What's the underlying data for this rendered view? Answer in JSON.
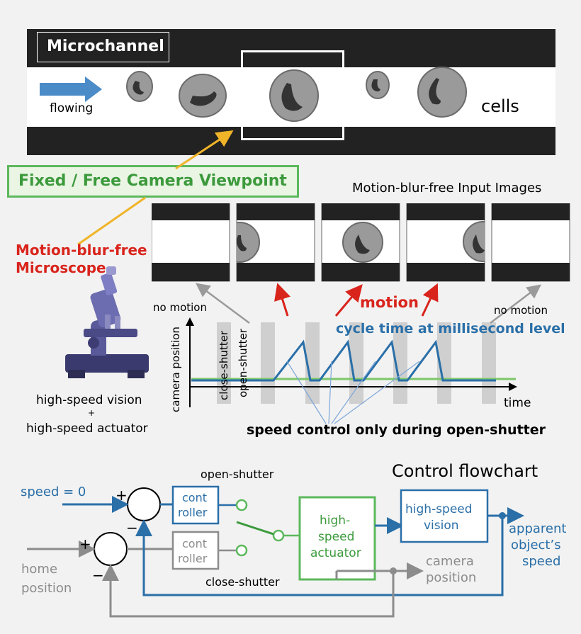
{
  "microchannel": {
    "title": "Microchannel",
    "flowing_label": "flowing",
    "cells_label": "cells"
  },
  "viewpoint_label": "Fixed / Free Camera Viewpoint",
  "input_images_label": "Motion-blur-free Input Images",
  "microscope": {
    "title_line1": "Motion-blur-free",
    "title_line2": "Microscope",
    "caption_line1": "high-speed vision",
    "caption_plus": "+",
    "caption_line2": "high-speed actuator"
  },
  "timing": {
    "no_motion_left": "no motion",
    "no_motion_right": "no motion",
    "motion": "motion",
    "cycle_time": "cycle time at millisecond level",
    "close_shutter": "close-shutter",
    "open_shutter": "open-shutter",
    "y_axis": "camera position",
    "x_axis": "time",
    "speed_control": "speed control only during open-shutter"
  },
  "flowchart": {
    "title": "Control flowchart",
    "speed_input": "speed = 0",
    "plus1": "+",
    "minus1": "−",
    "plus2": "+",
    "minus2": "−",
    "open_shutter": "open-shutter",
    "close_shutter": "close-shutter",
    "controller_top_l1": "cont",
    "controller_top_l2": "roller",
    "controller_bottom_l1": "cont",
    "controller_bottom_l2": "roller",
    "actuator_l1": "high-",
    "actuator_l2": "speed",
    "actuator_l3": "actuator",
    "vision_l1": "high-speed",
    "vision_l2": "vision",
    "output_l1": "apparent",
    "output_l2": "object’s",
    "output_l3": "speed",
    "camera_pos_l1": "camera",
    "camera_pos_l2": "position",
    "home_l1": "home",
    "home_l2": "position"
  },
  "colors": {
    "blue": "#2a6fa8",
    "red": "#d9241c",
    "green": "#5cb85c",
    "gray": "#8c8c8c",
    "yellow": "#f0b429"
  }
}
